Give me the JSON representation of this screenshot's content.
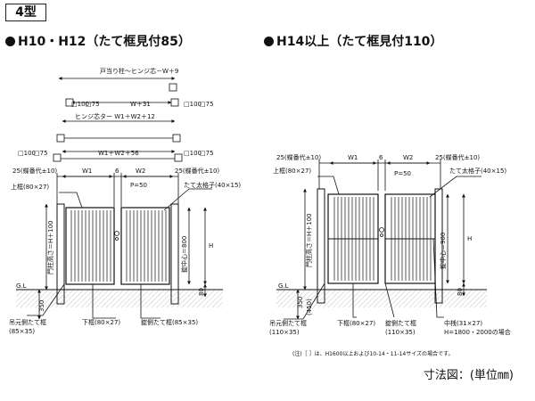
{
  "tag": "4型",
  "left": {
    "heading": "H10・H12（たて框見付85）",
    "top_dims": {
      "row1": "戸当り柱～ヒンジ芯－W＋9",
      "row2_post_left": "□100",
      "row2_post_left_b": "□75",
      "row2_center": "W＋31",
      "row2_post_right": "□100",
      "row2_post_right_b": "□75",
      "row3": "ヒンジ芯ター W1＋W2＋12",
      "row4_post_left": "□100",
      "row4_post_left_b": "□75",
      "row4_center": "W1＋W2＋56",
      "row4_post_right": "□100",
      "row4_post_right_b": "□75"
    },
    "dims": {
      "left_margin": "25(蝶番代±10)",
      "w1": "W1",
      "gap": "6",
      "w2": "W2",
      "right_margin": "25(蝶番代±10)",
      "p": "P=50",
      "height": "H",
      "post_height": "門柱高さ＝H＋100",
      "lock_height": "錠中心＝800",
      "ground_gap": "80",
      "embed": "350",
      "gl": "G.L"
    },
    "labels": {
      "top_frame": "上框(80×27)",
      "bar": "たて太格子(40×15)",
      "hinge_frame": "吊元側たて框",
      "hinge_frame_size": "(85×35)",
      "bottom_frame": "下框(80×27)",
      "lock_frame": "錠側たて框(85×35)"
    }
  },
  "right": {
    "heading": "H14以上（たて框見付110）",
    "dims": {
      "left_margin": "25(蝶番代±10)",
      "w1": "W1",
      "gap": "6",
      "w2": "W2",
      "right_margin": "25(蝶番代±10)",
      "p": "P=50",
      "height": "H",
      "post_height": "門柱高さ＝H＋100",
      "lock_height": "錠中心＝900",
      "ground_gap": "80",
      "embed": "350",
      "embed_alt": "(450)",
      "gl": "G.L"
    },
    "labels": {
      "top_frame": "上框(80×27)",
      "bar": "たて太格子(40×15)",
      "hinge_frame": "吊元側たて框",
      "hinge_frame_size": "(110×35)",
      "bottom_frame": "下框(80×27)",
      "lock_frame": "錠側たて框",
      "lock_frame_size": "(110×35)",
      "mid_frame": "中桟(31×27)",
      "mid_frame_note": "H=1800・2000の場合"
    }
  },
  "note": "(注)［ ］は、H1600以上および10-14・11-14サイズの場合です。",
  "unit": "寸法図：(単位㎜)"
}
